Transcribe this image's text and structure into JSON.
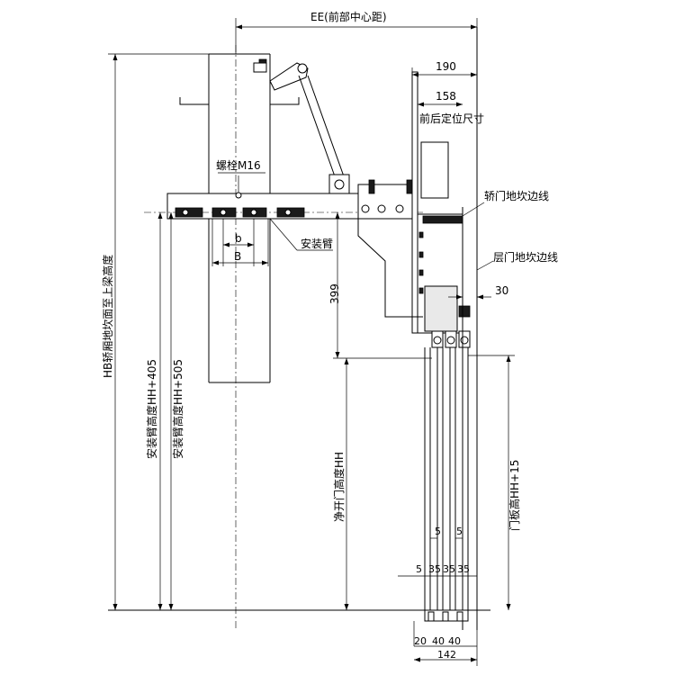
{
  "labels": {
    "ee": "EE(前部中心距)",
    "d190": "190",
    "d158": "158",
    "front_rear": "前后定位尺寸",
    "bolt": "螺栓M16",
    "b_small": "b",
    "b_big": "B",
    "arm": "安装臂",
    "car_sill": "轿门地坎边线",
    "landing_sill": "层门地坎边线",
    "d399": "399",
    "d30": "30",
    "hb": "HB轿厢地坎面至上梁高度",
    "hh405": "安装臂高度HH+405",
    "hh505": "安装臂高度HH+505",
    "clear": "净开门高度HH",
    "panel": "门板高HH+15",
    "d5a": "5",
    "d5b": "5",
    "d5c": "5",
    "d35a": "35",
    "d35b": "35",
    "d35c": "35",
    "d20": "20",
    "d40a": "40",
    "d40b": "40",
    "d142": "142"
  }
}
